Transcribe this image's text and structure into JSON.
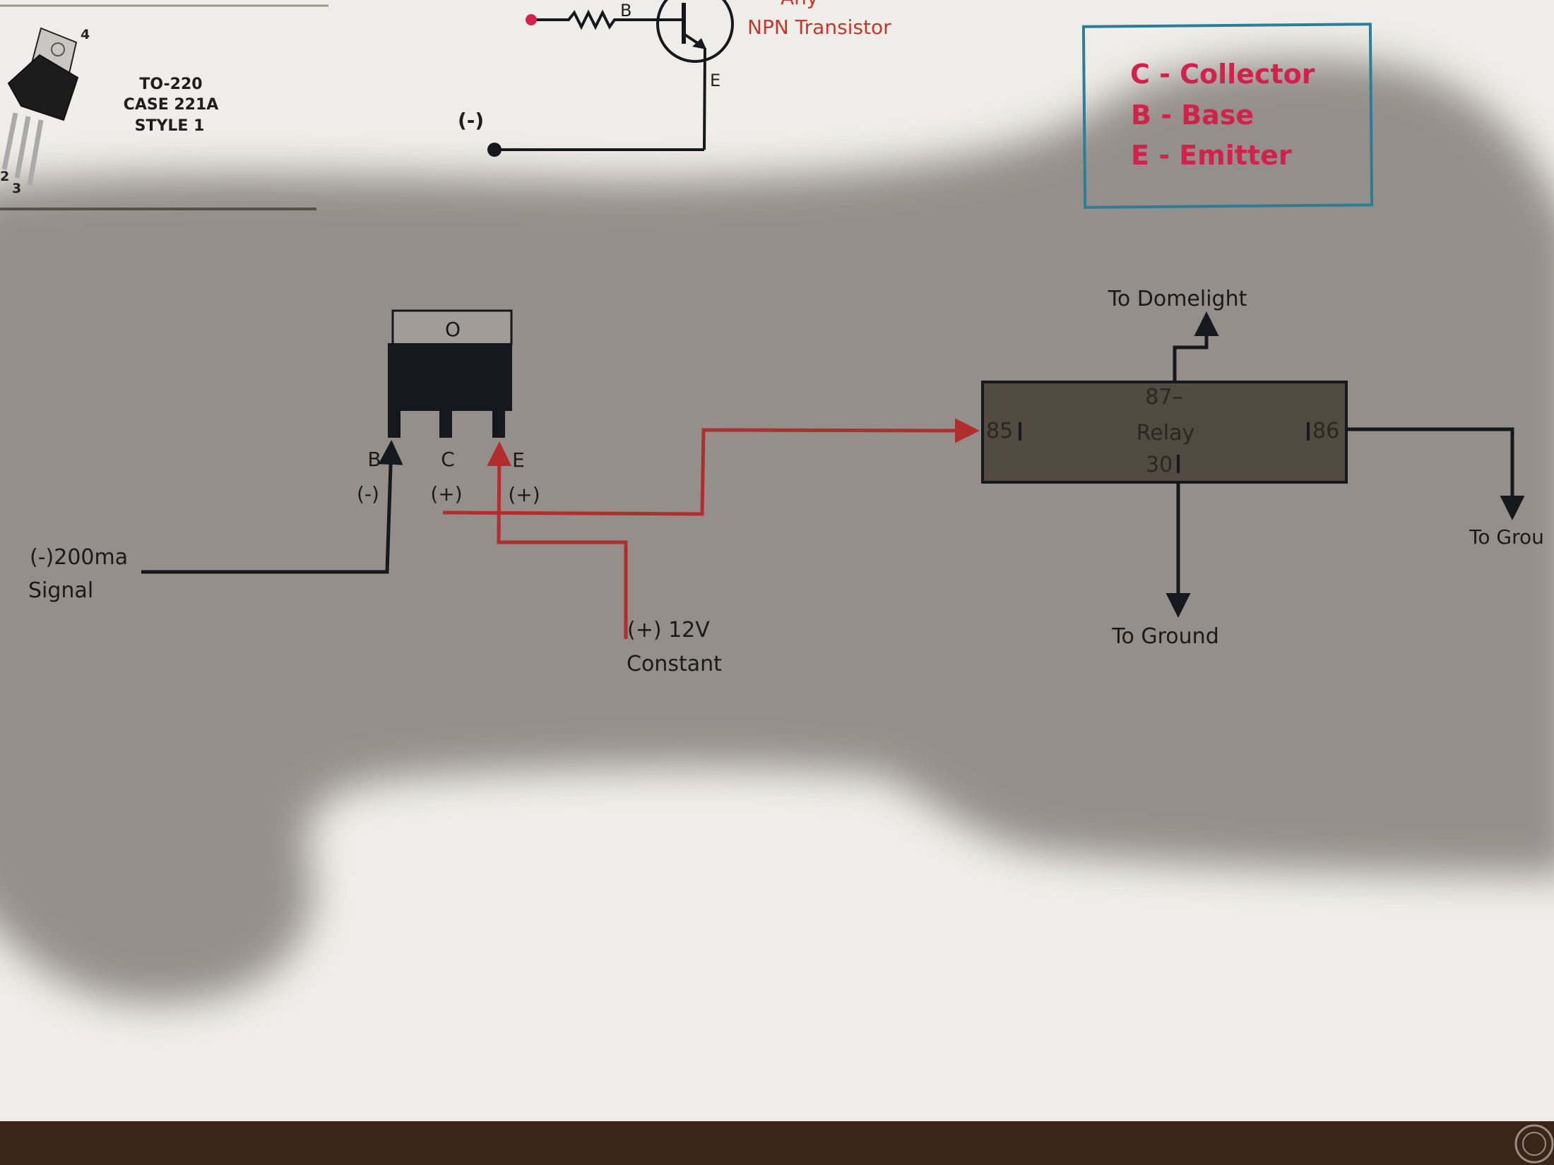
{
  "colors": {
    "paper": "#efede9",
    "shadow": "#8d8882",
    "wire_black": "#15181c",
    "wire_red": "#b22d2d",
    "pink_text": "#d2224c",
    "teal_box": "#2c7e98",
    "relay_fill": "#504a41",
    "wood_table": "#3b2519"
  },
  "top_left": {
    "package_line1": "TO-220",
    "package_line2": "CASE 221A",
    "package_line3": "STYLE 1",
    "pin_4": "4",
    "pin_2": "2",
    "pin_3": "3"
  },
  "npn_symbol": {
    "base_label": "B",
    "emitter_label": "E",
    "negative_label": "(-)",
    "title_partial": "Any",
    "title": "NPN Transistor"
  },
  "legend": {
    "collector": "C - Collector",
    "base": "B - Base",
    "emitter": "E - Emitter"
  },
  "transistor": {
    "tab_label": "O",
    "pin_b": "B",
    "pin_c": "C",
    "pin_e": "E",
    "pol_b": "(-)",
    "pol_c": "(+)",
    "pol_e": "(+)"
  },
  "signal": {
    "line1": "(-)200ma",
    "line2": "Signal"
  },
  "supply": {
    "line1": "(+) 12V",
    "line2": "Constant"
  },
  "relay": {
    "name": "Relay",
    "pin_87": "87–",
    "pin_85": "85",
    "pin_86": "86",
    "pin_30": "30",
    "to_domelight": "To Domelight",
    "to_ground_bottom": "To Ground",
    "to_ground_right": "To Grou"
  }
}
